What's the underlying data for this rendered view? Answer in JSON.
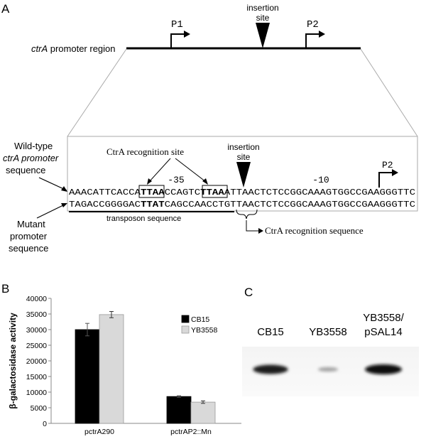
{
  "panel_a": {
    "letter": "A",
    "top": {
      "region_label_italic": "ctrA",
      "region_label_rest": " promoter region",
      "p1": "P1",
      "p2": "P2",
      "insertion_line1": "insertion",
      "insertion_line2": "site"
    },
    "detail": {
      "wt_label": [
        "Wild-type",
        "ctrA promoter",
        "sequence"
      ],
      "mut_label": [
        "Mutant",
        "promoter",
        "sequence"
      ],
      "recognition_site": "CtrA recognition site",
      "minus35": "-35",
      "minus10": "-10",
      "insertion_line1": "insertion",
      "insertion_line2": "site",
      "p2": "P2",
      "wt_seq": {
        "part1": "AAACATTCACCA",
        "box1": "TTAA",
        "part2": "CCAGTC",
        "box2": "TTAA",
        "part3": "ATTAACTCTCCGGCAAAGTGGCCGAAGGGTTC"
      },
      "mut_seq": {
        "part1": "TAGACCGGGGAC",
        "bold": "TTAT",
        "part2": "CAGCCAACCTGTTAACTCTCCGGCAAAGTGGCCGAAGGGTTC"
      },
      "transposon": "transposon sequence",
      "recognition_sequence": "CtrA recognition sequence"
    }
  },
  "panel_b": {
    "letter": "B",
    "chart_data": {
      "type": "bar",
      "categories": [
        "pctrA290",
        "pctrAP2::Mn"
      ],
      "series": [
        {
          "name": "CB15",
          "values": [
            30000,
            8600
          ],
          "errors": [
            2000,
            250
          ],
          "color": "#000000"
        },
        {
          "name": "YB3558",
          "values": [
            34800,
            6800
          ],
          "errors": [
            1000,
            400
          ],
          "color": "#d9d9d9"
        }
      ],
      "ylabel": "β-galactosidase activity",
      "ylim": [
        0,
        40000
      ],
      "yticks": [
        "0",
        "5000",
        "10000",
        "15000",
        "20000",
        "25000",
        "30000",
        "35000",
        "40000"
      ],
      "legend_position": "right",
      "grid": false
    }
  },
  "panel_c": {
    "letter": "C",
    "lanes": [
      {
        "label_lines": [
          "CB15"
        ],
        "intensity": 0.9
      },
      {
        "label_lines": [
          "YB3558"
        ],
        "intensity": 0.15
      },
      {
        "label_lines": [
          "YB3558/",
          "pSAL14"
        ],
        "intensity": 1.0
      }
    ]
  }
}
